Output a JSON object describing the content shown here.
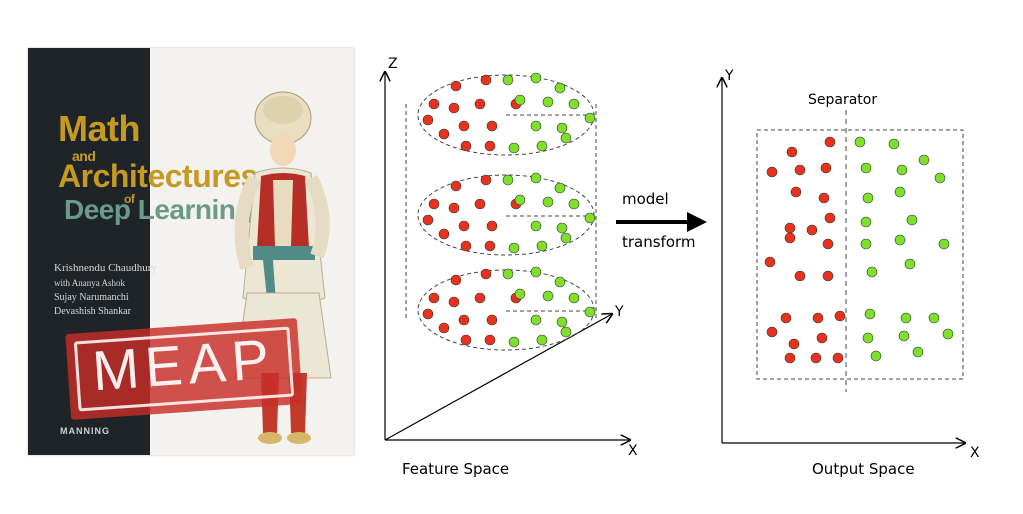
{
  "book_cover": {
    "title_line1": "Math",
    "title_and": "and",
    "title_line2": "Architectures",
    "title_of": "of",
    "title_line3": "Deep Learning",
    "author_main": "Krishnendu Chaudhury",
    "author_with": "with Ananya Ashok",
    "author_2": "Sujay Narumanchi",
    "author_3": "Devashish Shankar",
    "publisher": "MANNING",
    "stamp": "MEAP",
    "colors": {
      "spine": "#1f2428",
      "title": "#c69a22",
      "title_accent": "#6a9a8a",
      "stamp": "#c82d28"
    }
  },
  "feature_space": {
    "axis_z": "Z",
    "axis_y": "Y",
    "axis_x": "X",
    "caption": "Feature Space"
  },
  "transform_arrow": {
    "label_top": "model",
    "label_bottom": "transform"
  },
  "output_space": {
    "axis_y": "Y",
    "axis_x": "X",
    "separator_label": "Separator",
    "caption": "Output Space"
  },
  "colors": {
    "red_class": "#e8321e",
    "green_class": "#7ee02a"
  }
}
